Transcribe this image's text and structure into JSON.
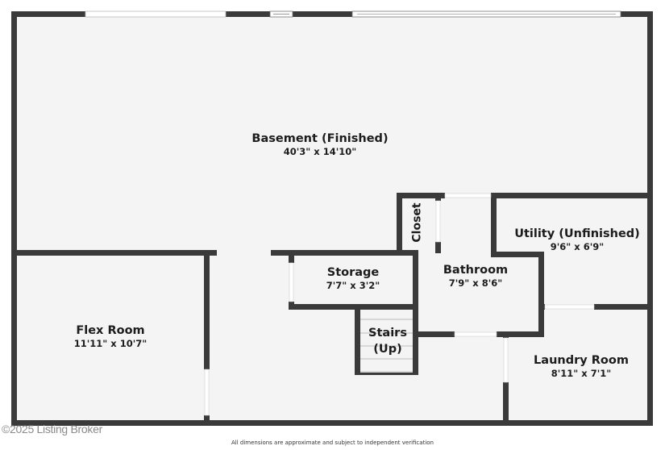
{
  "floorplan": {
    "title": "Basement Floor Plan",
    "colors": {
      "wall": "#3a3a3a",
      "floor": "#f4f4f4",
      "opening": "#ffffff",
      "stairs_line": "#bdbdbd"
    },
    "rooms": [
      {
        "id": "basement",
        "name": "Basement (Finished)",
        "dimensions": "40'3\" x 14'10\""
      },
      {
        "id": "flex",
        "name": "Flex Room",
        "dimensions": "11'11\" x 10'7\""
      },
      {
        "id": "storage",
        "name": "Storage",
        "dimensions": "7'7\" x 3'2\""
      },
      {
        "id": "stairs",
        "name": "Stairs",
        "subtitle": "(Up)"
      },
      {
        "id": "closet",
        "name": "Closet"
      },
      {
        "id": "bathroom",
        "name": "Bathroom",
        "dimensions": "7'9\" x 8'6\""
      },
      {
        "id": "utility",
        "name": "Utility (Unfinished)",
        "dimensions": "9'6\" x 6'9\""
      },
      {
        "id": "laundry",
        "name": "Laundry Room",
        "dimensions": "8'11\" x 7'1\""
      }
    ]
  },
  "footer": {
    "disclaimer": "All dimensions are approximate and subject to independent verification",
    "copyright": "©2025 Listing Broker"
  }
}
